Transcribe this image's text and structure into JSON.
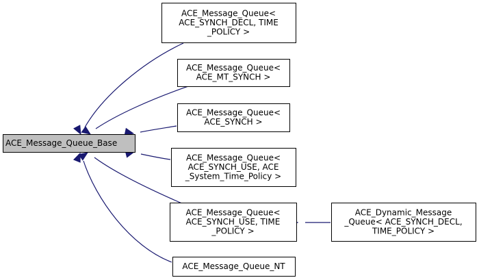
{
  "diagram": {
    "nodes": [
      {
        "id": "base",
        "lines": [
          "ACE_Message_Queue_Base"
        ],
        "highlight": true
      },
      {
        "id": "mq_decl_time",
        "lines": [
          "ACE_Message_Queue<",
          "ACE_SYNCH_DECL, TIME",
          "_POLICY >"
        ]
      },
      {
        "id": "mq_mt_synch",
        "lines": [
          "ACE_Message_Queue<",
          "ACE_MT_SYNCH >"
        ]
      },
      {
        "id": "mq_synch",
        "lines": [
          "ACE_Message_Queue<",
          "ACE_SYNCH >"
        ]
      },
      {
        "id": "mq_use_system",
        "lines": [
          "ACE_Message_Queue<",
          "ACE_SYNCH_USE, ACE",
          "_System_Time_Policy >"
        ]
      },
      {
        "id": "mq_use_time",
        "lines": [
          "ACE_Message_Queue<",
          "ACE_SYNCH_USE, TIME",
          "_POLICY >"
        ]
      },
      {
        "id": "dynamic_mq",
        "lines": [
          "ACE_Dynamic_Message",
          "_Queue< ACE_SYNCH_DECL,",
          "TIME_POLICY >"
        ]
      },
      {
        "id": "mq_nt",
        "lines": [
          "ACE_Message_Queue_NT"
        ]
      }
    ],
    "edges": [
      {
        "from": "mq_decl_time",
        "to": "base"
      },
      {
        "from": "mq_mt_synch",
        "to": "base"
      },
      {
        "from": "mq_synch",
        "to": "base"
      },
      {
        "from": "mq_use_system",
        "to": "base"
      },
      {
        "from": "mq_use_time",
        "to": "base"
      },
      {
        "from": "mq_nt",
        "to": "base"
      },
      {
        "from": "dynamic_mq",
        "to": "mq_use_time"
      }
    ],
    "colors": {
      "edge": "#191970",
      "highlight_fill": "#bfbfbf",
      "node_fill": "#ffffff",
      "border": "#000000"
    }
  }
}
